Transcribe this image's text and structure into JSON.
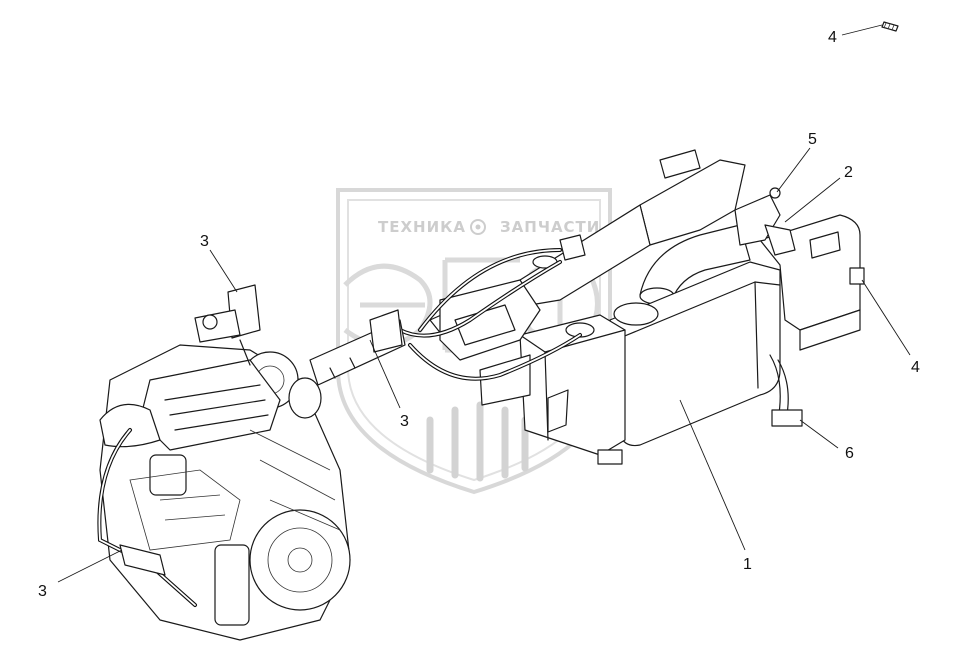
{
  "watermark": {
    "text_left": "ТЕХНИКА",
    "text_right": "ЗАПЧАСТИ",
    "logo": "ЭБФ",
    "gear_icon": "gear-icon"
  },
  "callouts": [
    {
      "id": "c1",
      "label": "1"
    },
    {
      "id": "c2",
      "label": "2"
    },
    {
      "id": "c3a",
      "label": "3"
    },
    {
      "id": "c3b",
      "label": "3"
    },
    {
      "id": "c3c",
      "label": "3"
    },
    {
      "id": "c4a",
      "label": "4"
    },
    {
      "id": "c4b",
      "label": "4"
    },
    {
      "id": "c5",
      "label": "5"
    },
    {
      "id": "c6",
      "label": "6"
    }
  ]
}
